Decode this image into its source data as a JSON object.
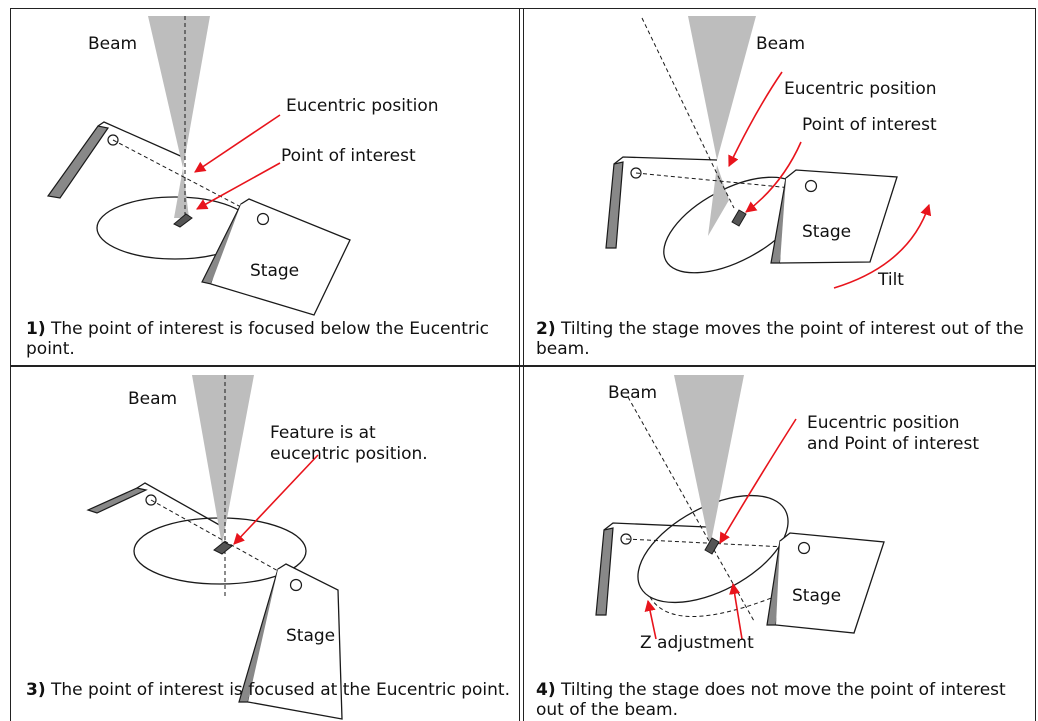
{
  "panels": [
    {
      "labels": {
        "beam": "Beam",
        "eucentric": "Eucentric position",
        "poi": "Point of interest",
        "stage": "Stage"
      },
      "caption": {
        "num": "1)",
        "text": "The point of interest is focused below the Eucentric point."
      }
    },
    {
      "labels": {
        "beam": "Beam",
        "eucentric": "Eucentric position",
        "poi": "Point of interest",
        "stage": "Stage",
        "tilt": "Tilt"
      },
      "caption": {
        "num": "2)",
        "text": "Tilting the stage moves the point of interest out of the beam."
      }
    },
    {
      "labels": {
        "beam": "Beam",
        "feature_line1": "Feature is at",
        "feature_line2": "eucentric position.",
        "stage": "Stage"
      },
      "caption": {
        "num": "3)",
        "text": "The point of interest is focused at the Eucentric point."
      }
    },
    {
      "labels": {
        "beam": "Beam",
        "eucentric_line1": "Eucentric position",
        "eucentric_line2": "and Point of interest",
        "stage": "Stage",
        "z": "Z adjustment"
      },
      "caption": {
        "num": "4)",
        "text": "Tilting the stage does not move the point of interest out of the beam."
      }
    }
  ],
  "colors": {
    "arrow": "#e8141c",
    "beam": "#bdbdbd",
    "outline": "#1a1a1a"
  }
}
